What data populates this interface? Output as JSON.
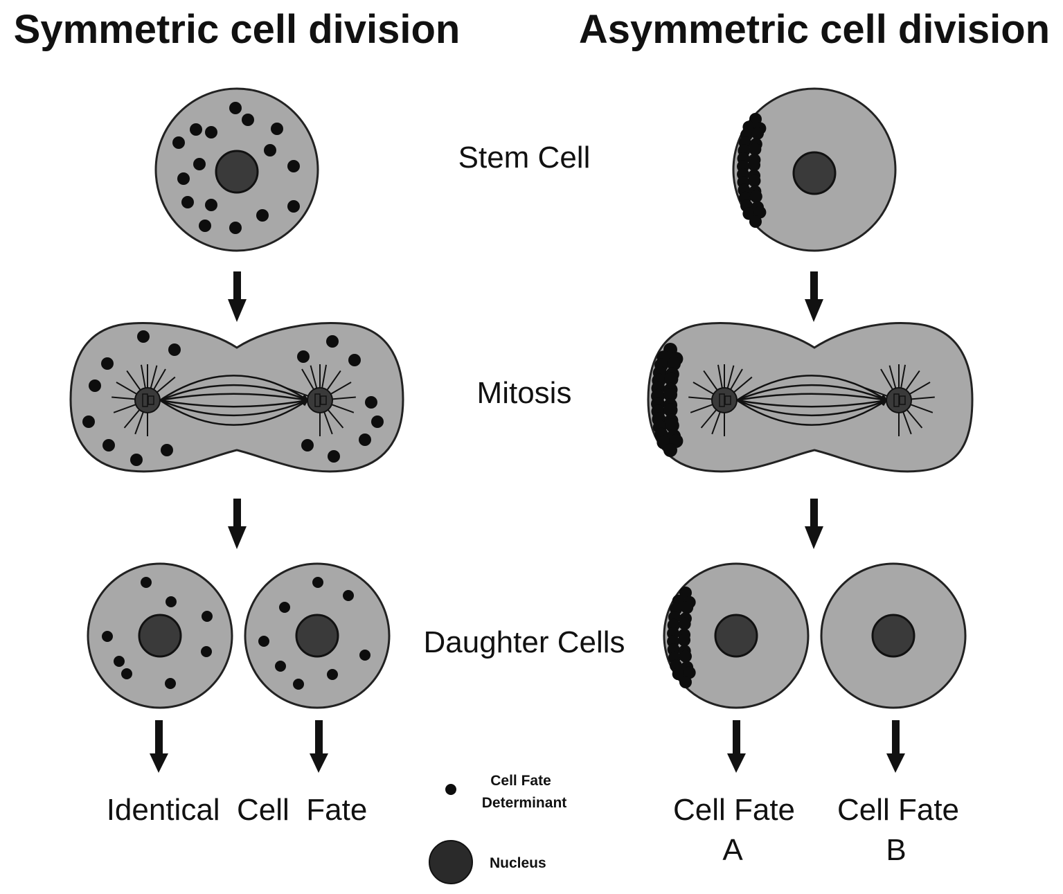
{
  "titles": {
    "symmetric": "Symmetric cell division",
    "asymmetric": "Asymmetric cell division"
  },
  "stages": {
    "stem_cell": "Stem Cell",
    "mitosis": "Mitosis",
    "daughter_cells": "Daughter Cells"
  },
  "outcomes": {
    "symmetric": "Identical  Cell  Fate",
    "fate_a_line1": "Cell Fate",
    "fate_a_line2": "A",
    "fate_b_line1": "Cell Fate",
    "fate_b_line2": "B"
  },
  "legend": {
    "determinant_line1": "Cell Fate",
    "determinant_line2": "Determinant",
    "nucleus": "Nucleus"
  },
  "colors": {
    "cytoplasm": "#a8a8a8",
    "nucleus": "#3a3a3a",
    "determinant": "#0d0d0d"
  }
}
